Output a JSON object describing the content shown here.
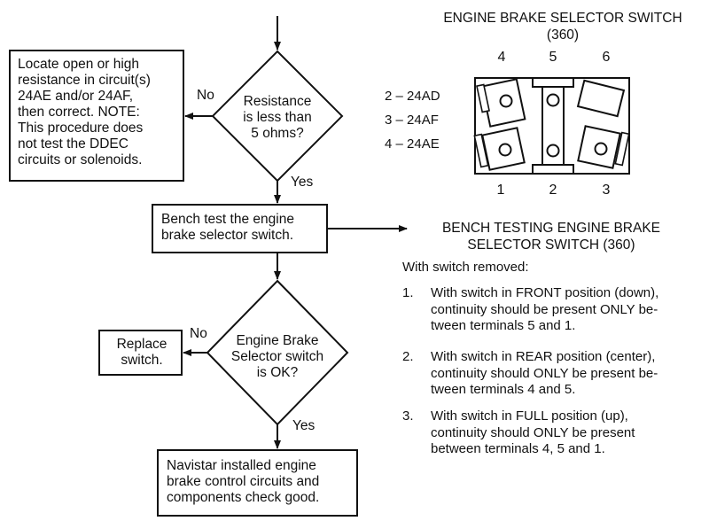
{
  "flowchart": {
    "box_locate": "Locate open or high\nresistance in circuit(s)\n24AE and/or 24AF,\nthen correct. NOTE:\nThis procedure does\nnot test the DDEC\ncircuits or solenoids.",
    "decision_resistance": "Resistance\nis less than\n5 ohms?",
    "label_no_1": "No",
    "label_yes_1": "Yes",
    "box_bench": "Bench test the engine\nbrake selector switch.",
    "decision_switch": "Engine Brake\nSelector switch\nis OK?",
    "label_no_2": "No",
    "label_yes_2": "Yes",
    "box_replace": "Replace\nswitch.",
    "box_final": "Navistar installed engine\nbrake control circuits and\ncomponents check good."
  },
  "switch_diagram": {
    "title": "ENGINE BRAKE SELECTOR SWITCH\n(360)",
    "top_terminals": [
      "4",
      "5",
      "6"
    ],
    "bottom_terminals": [
      "1",
      "2",
      "3"
    ],
    "legend": [
      "2 – 24AD",
      "3 – 24AF",
      "4 – 24AE"
    ]
  },
  "bench_testing": {
    "title": "BENCH TESTING ENGINE BRAKE\nSELECTOR SWITCH (360)",
    "intro": "With switch removed:",
    "steps": [
      {
        "num": "1.",
        "text": "With switch in FRONT position (down),\ncontinuity should be present ONLY be-\ntween terminals 5 and 1."
      },
      {
        "num": "2.",
        "text": "With switch in REAR position (center),\ncontinuity should ONLY be present be-\ntween terminals 4 and 5."
      },
      {
        "num": "3.",
        "text": "With switch in FULL position (up),\ncontinuity should ONLY be present\nbetween terminals 4, 5 and 1."
      }
    ]
  }
}
